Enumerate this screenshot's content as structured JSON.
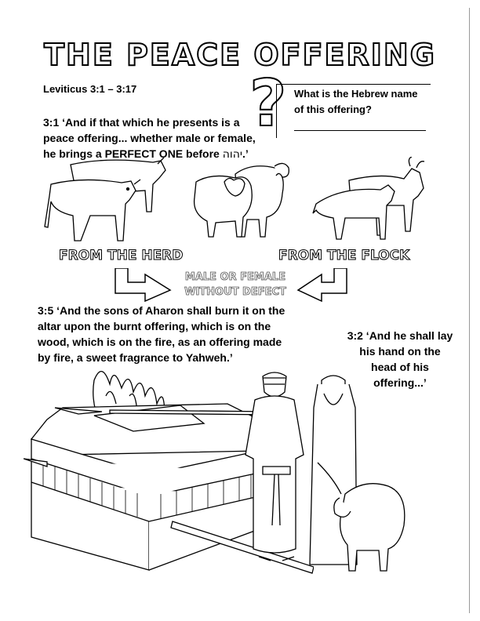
{
  "title": "THE PEACE OFFERING",
  "reference": "Leviticus 3:1 – 3:17",
  "verse_3_1": {
    "line1": "3:1 ‘And if that which he presents is a",
    "line2": "peace offering... whether male or female,",
    "line3_pre": "he brings a ",
    "line3_bold": "PERFECT ONE",
    "line3_post": " before ",
    "divine_name": "יהוה",
    "line3_end": ".’"
  },
  "question": {
    "line1": "What is the Hebrew name",
    "line2": "of this offering?"
  },
  "labels": {
    "herd": "FROM THE HERD",
    "flock": "FROM THE FLOCK",
    "condition_line1": "MALE OR FEMALE",
    "condition_line2": "WITHOUT DEFECT"
  },
  "verse_3_5": {
    "line1": "3:5 ‘And the sons of Aharon shall burn it on the",
    "line2": "altar upon the burnt offering, which is on the",
    "line3": "wood, which is on the fire, as an offering made",
    "line4": "by fire, a sweet fragrance to Yahweh.’"
  },
  "verse_3_2": {
    "line1": "3:2 ‘And he shall lay",
    "line2": "his hand on the",
    "line3": "head of his",
    "line4": "offering...’"
  }
}
